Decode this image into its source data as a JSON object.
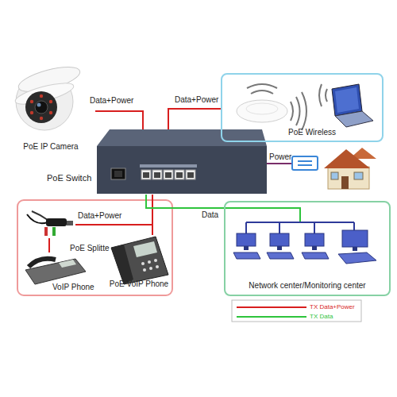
{
  "diagram": {
    "nodes": [
      {
        "text": [
          "PoE IP Camera"
        ]
      },
      {
        "text": [
          "PoE Wireless"
        ]
      },
      {
        "text": [
          "PoE Switch"
        ]
      },
      {
        "text": [
          "PoE Splitte"
        ]
      },
      {
        "text": [
          "VoIP Phone"
        ]
      },
      {
        "text": [
          "PoE VoIP Phone"
        ]
      },
      {
        "text": [
          "Network center/Monitoring center"
        ]
      }
    ],
    "edges": [
      {
        "from": 2,
        "to": 0,
        "label": "Data+Power",
        "arrow": "none"
      },
      {
        "from": 2,
        "to": 1,
        "label": "Data+Power",
        "arrow": "none"
      },
      {
        "from": 2,
        "to": 3,
        "label": "Data+Power",
        "arrow": "none"
      },
      {
        "from": 2,
        "to": 5,
        "arrow": "none"
      },
      {
        "from": 2,
        "to": 6,
        "label": "Data",
        "arrow": "none"
      },
      {
        "from": 3,
        "to": 4,
        "arrow": "none"
      }
    ],
    "labels": [
      "Power"
    ],
    "legend": [
      {
        "text": "TX Data+Power"
      },
      {
        "text": "TX Data"
      }
    ]
  }
}
